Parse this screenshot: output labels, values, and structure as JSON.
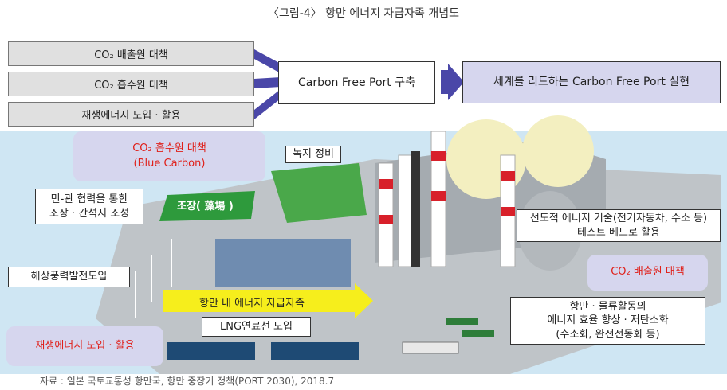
{
  "title": "〈그림-4〉 항만 에너지 자급자족 개념도",
  "strategies": [
    "CO₂ 배출원 대책",
    "CO₂ 흡수원 대책",
    "재생에너지 도입 · 활용"
  ],
  "center": "Carbon Free Port 구축",
  "goal": "세계를 리드하는 Carbon Free Port 실현",
  "labels": {
    "blue_carbon_line1": "CO₂ 흡수원 대책",
    "blue_carbon_line2": "(Blue Carbon)",
    "green": "녹지 정비",
    "partnership_line1": "민-관 협력을 통한",
    "partnership_line2": "조장 · 간석지 조성",
    "seaweed": "조장( 藻場 )",
    "offshore_wind": "해상풍력발전도입",
    "testbed_line1": "선도적 에너지 기술(전기자동차, 수소 등)",
    "testbed_line2": "테스트 베드로 활용",
    "emission": "CO₂ 배출원 대책",
    "self_sufficiency": "항만 내 에너지 자급자족",
    "lng": "LNG연료선 도입",
    "renewable": "재생에너지 도입 · 활용",
    "logistics_line1": "항만 · 물류활동의",
    "logistics_line2": "에너지 효율 향상 · 저탄소화",
    "logistics_line3": "(수소화, 완전전동화 등)"
  },
  "source": "자료 : 일본 국토교통성 항만국, 항만 중장기 정책(PORT 2030), 2018.7"
}
